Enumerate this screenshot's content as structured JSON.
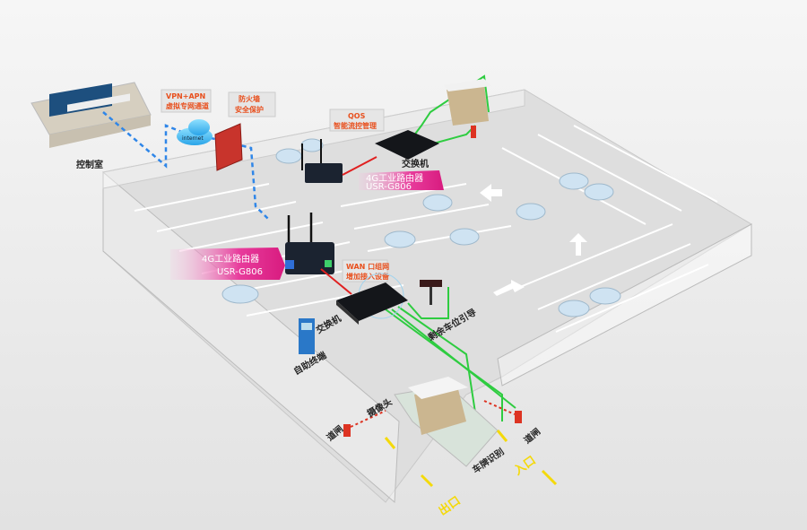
{
  "labels": {
    "control_room": "控制室",
    "internet": "internet",
    "vpn_title": "VPN+APN",
    "vpn_desc": "虚拟专网通道",
    "firewall_title": "防火墙",
    "firewall_desc": "安全保护",
    "qos_title": "QOS",
    "qos_desc": "智能流控管理",
    "router_small_line1": "4G工业路由器",
    "router_small_line2": "USR-G806",
    "router_big_line1": "4G工业路由器",
    "router_big_line2": "USR-G806",
    "wan_title": "WAN 口组网",
    "wan_desc": "增加接入设备",
    "switch_main": "交换机",
    "switch_top": "交换机",
    "parking_guide": "剩余车位引导",
    "kiosk": "自助终端",
    "camera": "摄像头",
    "gate_left": "道闸",
    "gate_right": "道闸",
    "plate_recognition": "车牌识别",
    "entrance": "入口",
    "exit": "出口"
  },
  "colors": {
    "network_green": "#2ecc40",
    "vpn_blue": "#2f86e8",
    "wan_red": "#e02020",
    "callout_pink": "#e0208a",
    "lane_yellow": "#f4d90a"
  }
}
